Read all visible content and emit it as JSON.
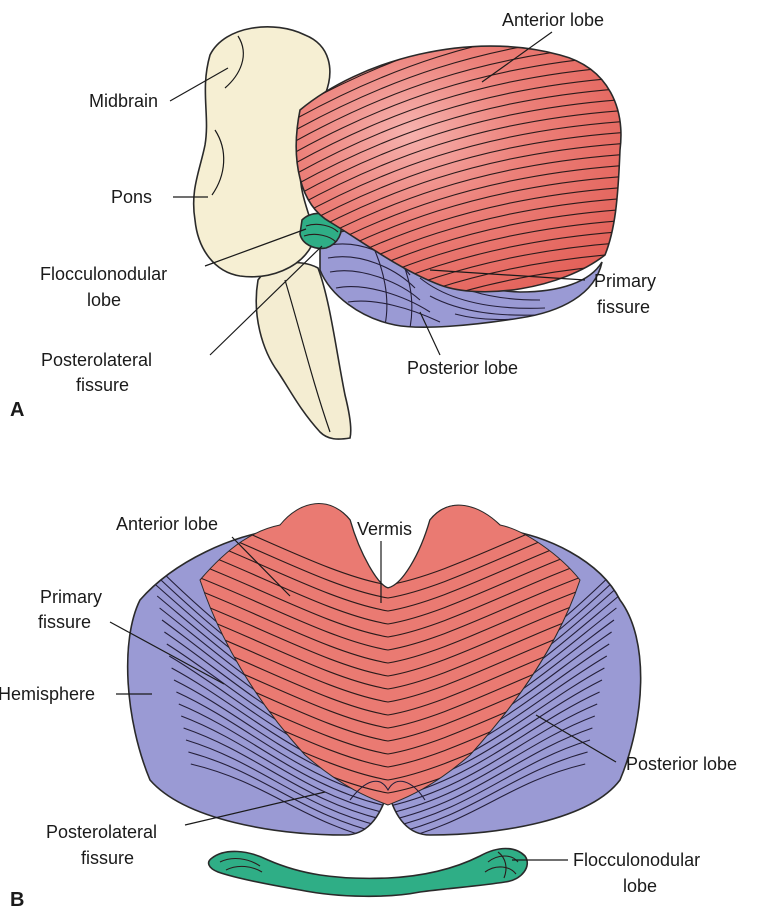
{
  "panel_a": {
    "letter": "A",
    "labels": {
      "midbrain": "Midbrain",
      "pons": "Pons",
      "flocculonodular_1": "Flocculonodular",
      "flocculonodular_2": "lobe",
      "posterolateral_1": "Posterolateral",
      "posterolateral_2": "fissure",
      "anterior": "Anterior lobe",
      "primary_1": "Primary",
      "primary_2": "fissure",
      "posterior": "Posterior lobe"
    }
  },
  "panel_b": {
    "letter": "B",
    "labels": {
      "anterior": "Anterior lobe",
      "vermis": "Vermis",
      "primary_1": "Primary",
      "primary_2": "fissure",
      "hemisphere": "Hemisphere",
      "posterior": "Posterior lobe",
      "posterolateral_1": "Posterolateral",
      "posterolateral_2": "fissure",
      "flocculonodular_1": "Flocculonodular",
      "flocculonodular_2": "lobe"
    }
  },
  "colors": {
    "anterior_lobe": "#ea7a72",
    "posterior_lobe": "#9a9ad4",
    "flocculonodular_lobe": "#2fae86",
    "brainstem": "#f6efd3"
  }
}
